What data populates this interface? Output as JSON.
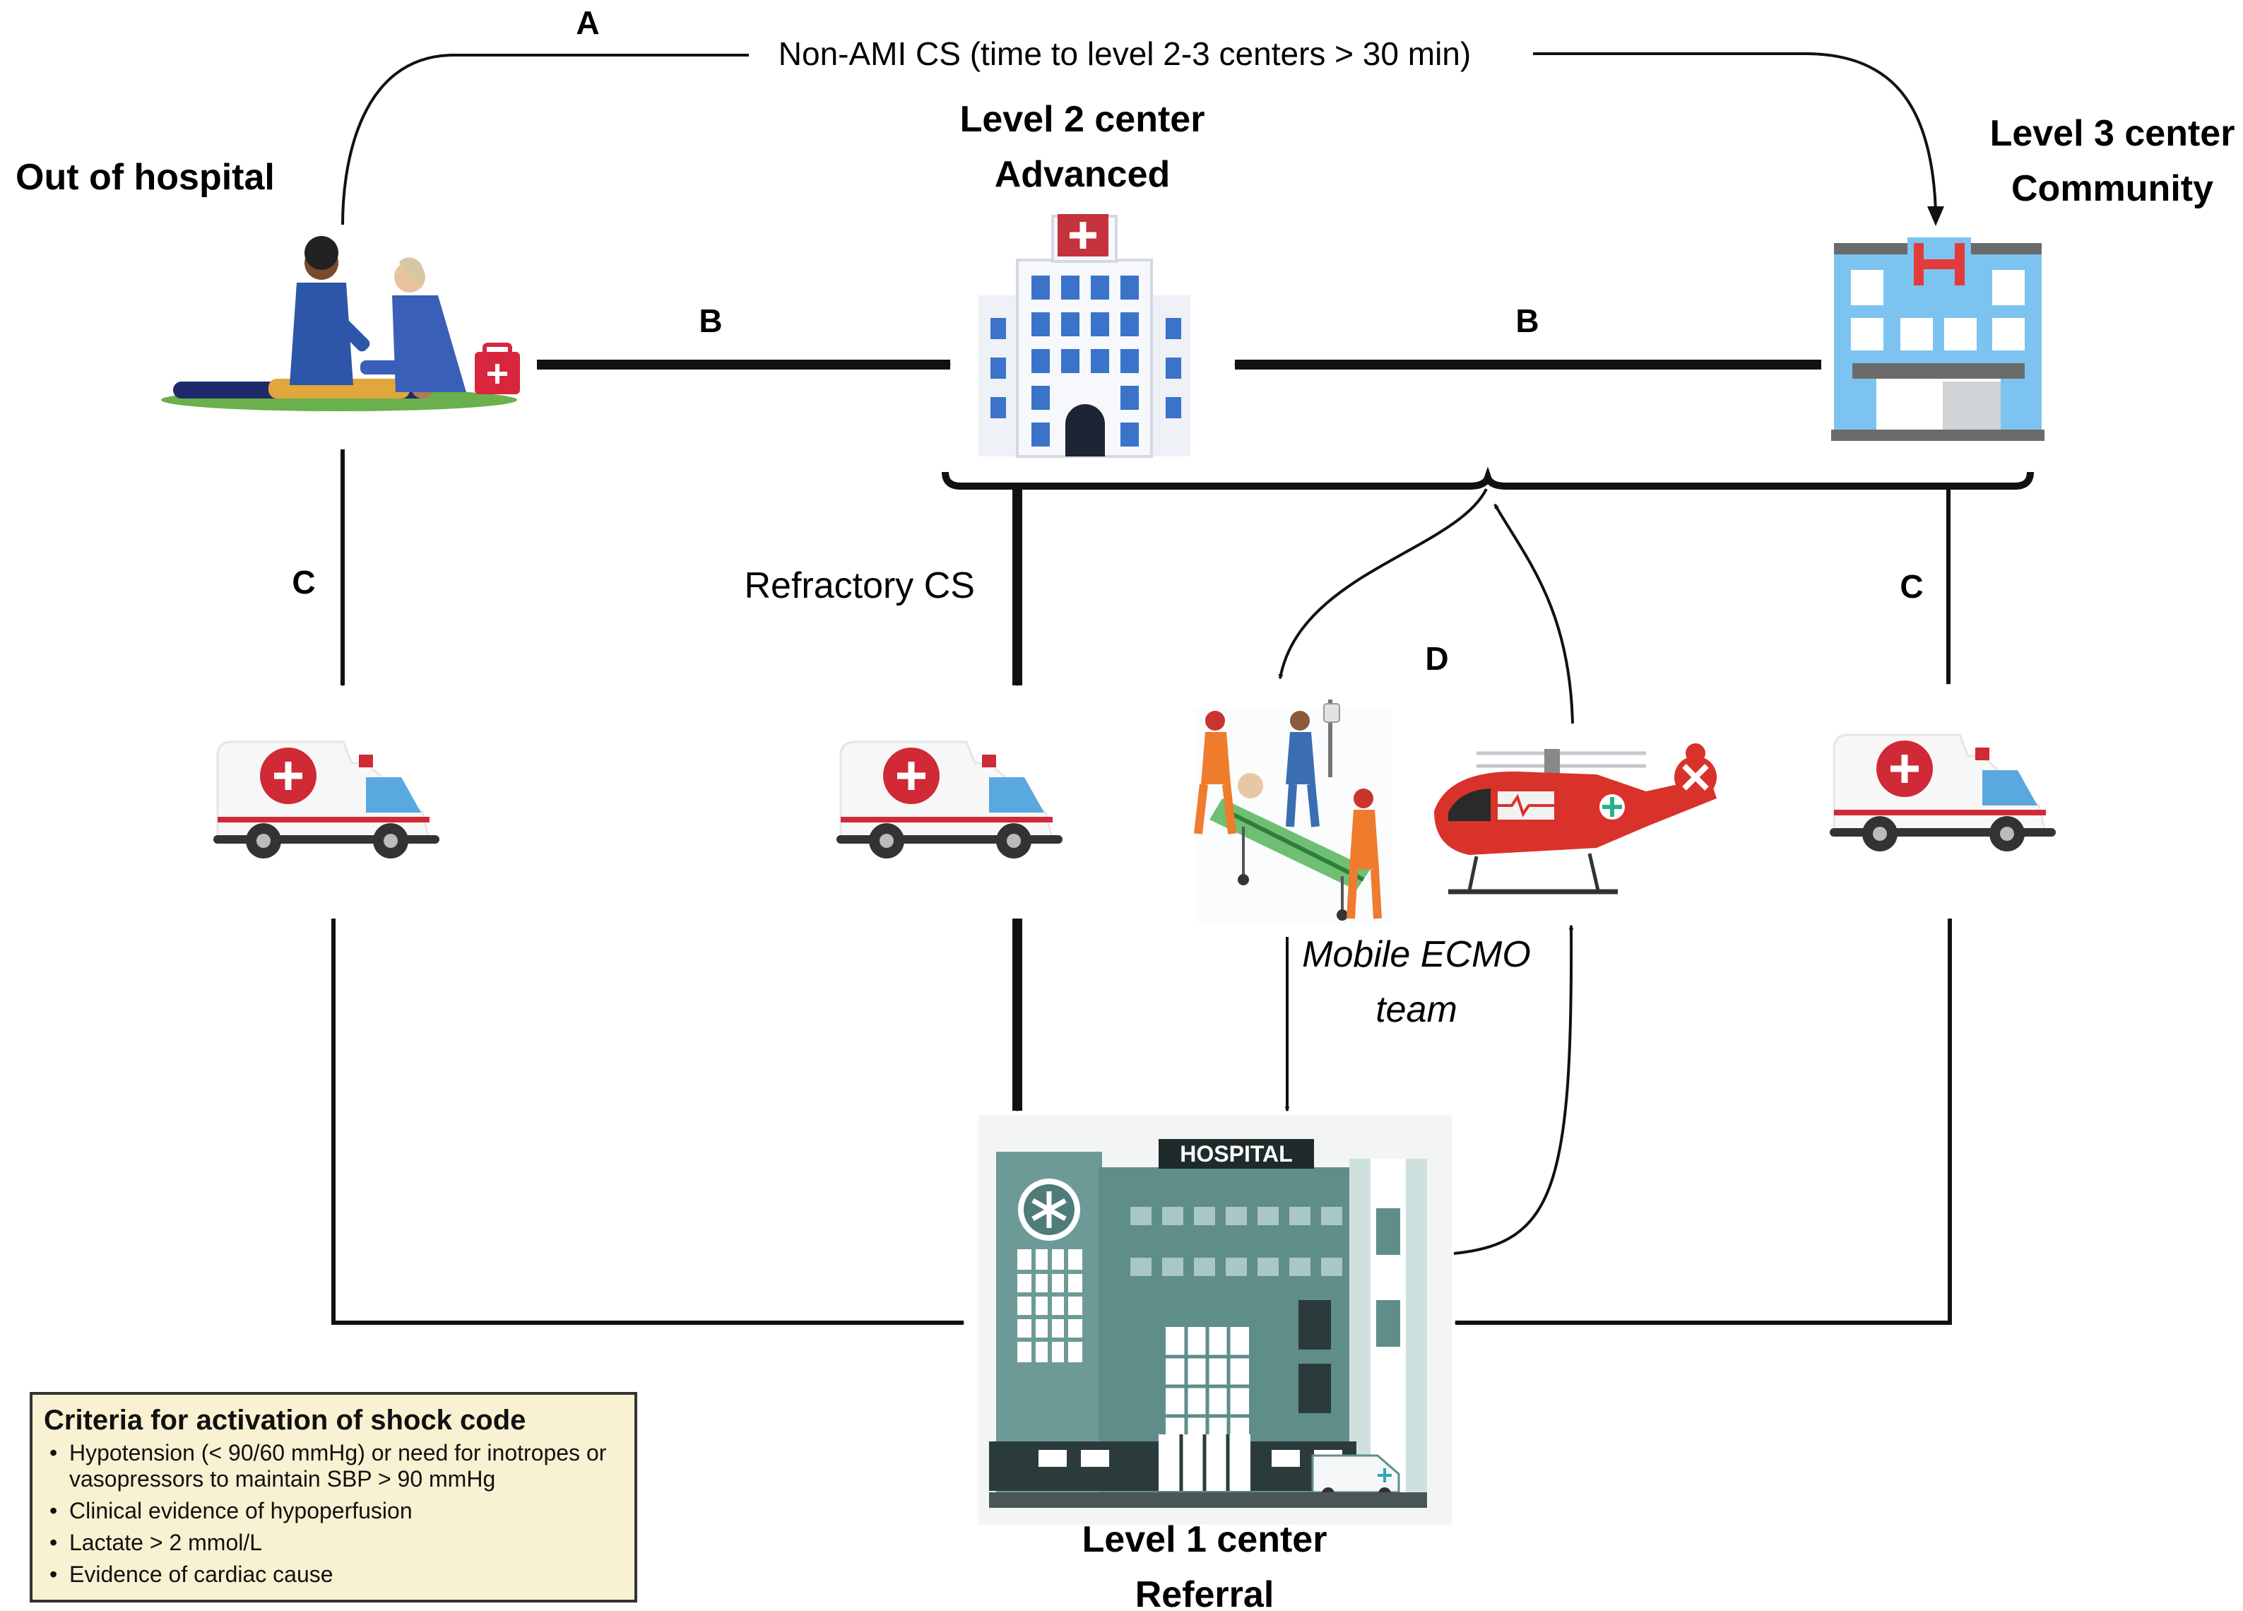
{
  "labels": {
    "A": "A",
    "B_left": "B",
    "B_right": "B",
    "C_left": "C",
    "C_right": "C",
    "D": "D",
    "non_ami": "Non-AMI CS (time to level 2-3 centers > 30 min)",
    "refractory": "Refractory CS",
    "mobile_ecmo_line1": "Mobile ECMO",
    "mobile_ecmo_line2": "team"
  },
  "nodes": {
    "out_of_hospital": "Out of hospital",
    "level2_line1": "Level 2 center",
    "level2_line2": "Advanced",
    "level3_line1": "Level 3 center",
    "level3_line2": "Community",
    "level1_line1": "Level 1 center",
    "level1_line2": "Referral",
    "hospital_sign": "HOSPITAL"
  },
  "criteria": {
    "title": "Criteria for activation of shock code",
    "items": [
      "Hypotension (< 90/60 mmHg) or need for inotropes or vasopressors to maintain SBP > 90 mmHg",
      "Clinical evidence of hypoperfusion",
      "Lactate > 2 mmol/L",
      "Evidence of cardiac cause"
    ]
  },
  "icons": [
    "cpr-scene-icon",
    "level2-hospital-icon",
    "level3-hospital-icon",
    "ambulance-icon",
    "ecmo-team-icon",
    "helicopter-icon",
    "level1-hospital-icon"
  ],
  "colors": {
    "arrow": "#111111",
    "criteria_bg": "#f8f1d2",
    "ambulance_red": "#cf2a35",
    "helicopter_red": "#d9322b",
    "level1_teal": "#5f8d8a",
    "level2_blue": "#3a73c9",
    "level3_blue": "#7dc3ef"
  }
}
